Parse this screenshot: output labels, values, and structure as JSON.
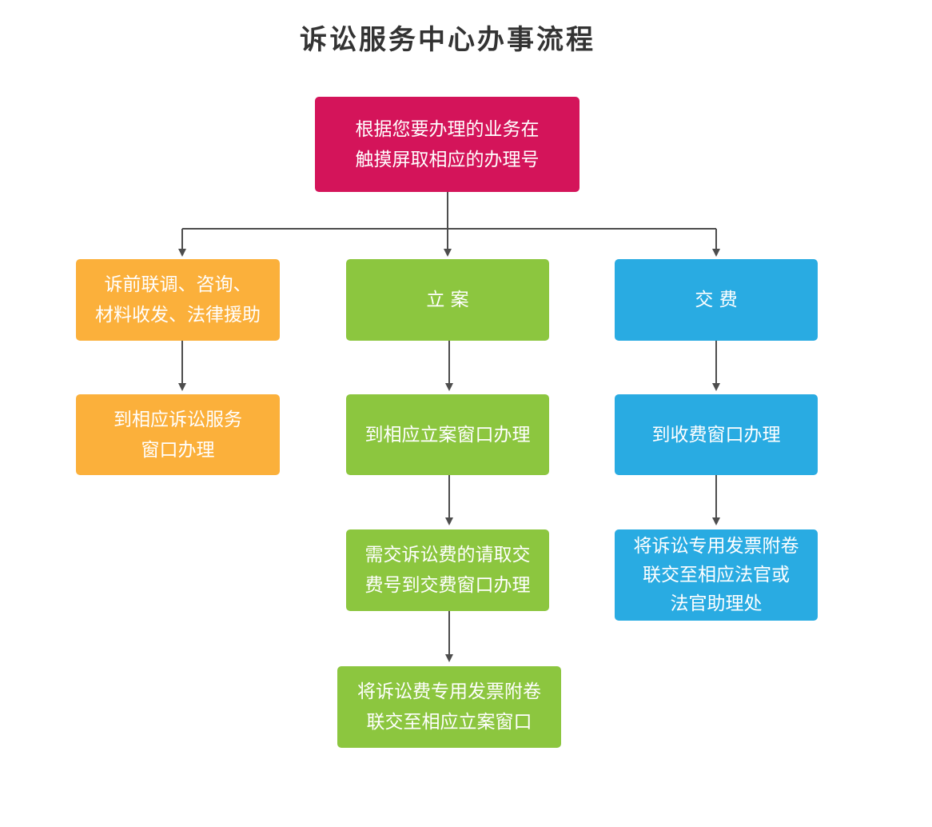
{
  "title": "诉讼服务中心办事流程",
  "nodes": {
    "start": "根据您要办理的业务在\n触摸屏取相应的办理号",
    "left_1": "诉前联调、咨询、\n材料收发、法律援助",
    "left_2": "到相应诉讼服务\n窗口办理",
    "mid_1": "立  案",
    "mid_2": "到相应立案窗口办理",
    "mid_3": "需交诉讼费的请取交\n费号到交费窗口办理",
    "mid_4": "将诉讼费专用发票附卷\n联交至相应立案窗口",
    "right_1": "交  费",
    "right_2": "到收费窗口办理",
    "right_3": "将诉讼专用发票附卷\n联交至相应法官或\n法官助理处"
  },
  "colors": {
    "start": "#d4145a",
    "left": "#fbb03b",
    "middle": "#8cc63f",
    "right": "#29abe2",
    "connector": "#4d4d4d"
  }
}
